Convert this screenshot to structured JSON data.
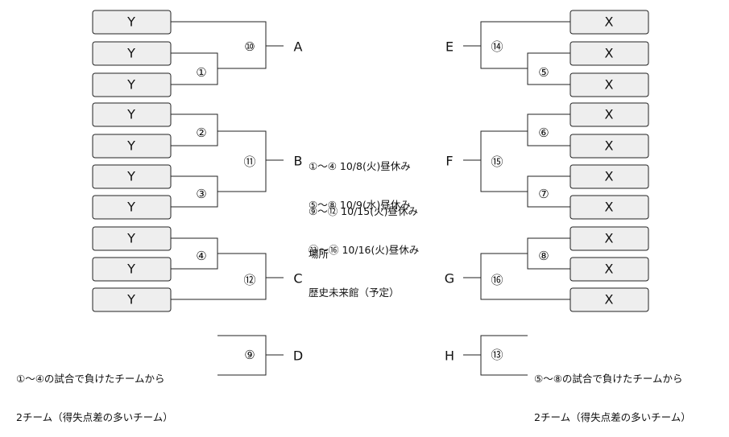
{
  "left_teams": [
    "Y",
    "Y",
    "Y",
    "Y",
    "Y",
    "Y",
    "Y",
    "Y",
    "Y",
    "Y"
  ],
  "right_teams": [
    "X",
    "X",
    "X",
    "X",
    "X",
    "X",
    "X",
    "X",
    "X",
    "X"
  ],
  "matches": {
    "m1": "①",
    "m2": "②",
    "m3": "③",
    "m4": "④",
    "m5": "⑤",
    "m6": "⑥",
    "m7": "⑦",
    "m8": "⑧",
    "m9": "⑨",
    "m10": "⑩",
    "m11": "⑪",
    "m12": "⑫",
    "m13": "⑬",
    "m14": "⑭",
    "m15": "⑮",
    "m16": "⑯"
  },
  "slots": {
    "A": "A",
    "B": "B",
    "C": "C",
    "D": "D",
    "E": "E",
    "F": "F",
    "G": "G",
    "H": "H"
  },
  "schedule": {
    "line1": "①～④ 10/8(火)昼休み",
    "line2": "⑤～⑧ 10/9(水)昼休み",
    "line3": "⑨～⑫ 10/15(火)昼休み",
    "line4": "⑬～⑯ 10/16(火)昼休み"
  },
  "venue": {
    "label": "場所",
    "name": "歴史未来館（予定）"
  },
  "notes": {
    "left_1": "①～④の試合で負けたチームから",
    "left_2": "2チーム（得失点差の多いチーム）",
    "right_1": "⑤～⑧の試合で負けたチームから",
    "right_2": "2チーム（得失点差の多いチーム）"
  }
}
